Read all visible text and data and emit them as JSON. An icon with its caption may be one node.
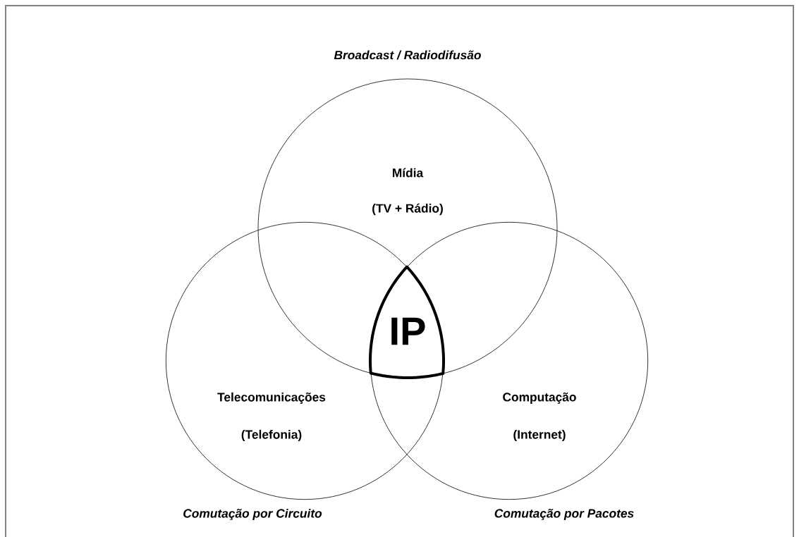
{
  "diagram": {
    "nodes": [
      {
        "text": [
          "Mídia",
          "(TV + Rádio)"
        ],
        "beside": [
          "Broadcast / Radiodifusão"
        ]
      },
      {
        "text": [
          "Telecomunicações",
          "(Telefonia)"
        ],
        "beside": [
          "Comutação por Circuito"
        ]
      },
      {
        "text": [
          "Computação",
          "(Internet)"
        ],
        "beside": [
          "Comutação por Pacotes"
        ]
      },
      {
        "text": [
          "IP"
        ]
      }
    ]
  }
}
